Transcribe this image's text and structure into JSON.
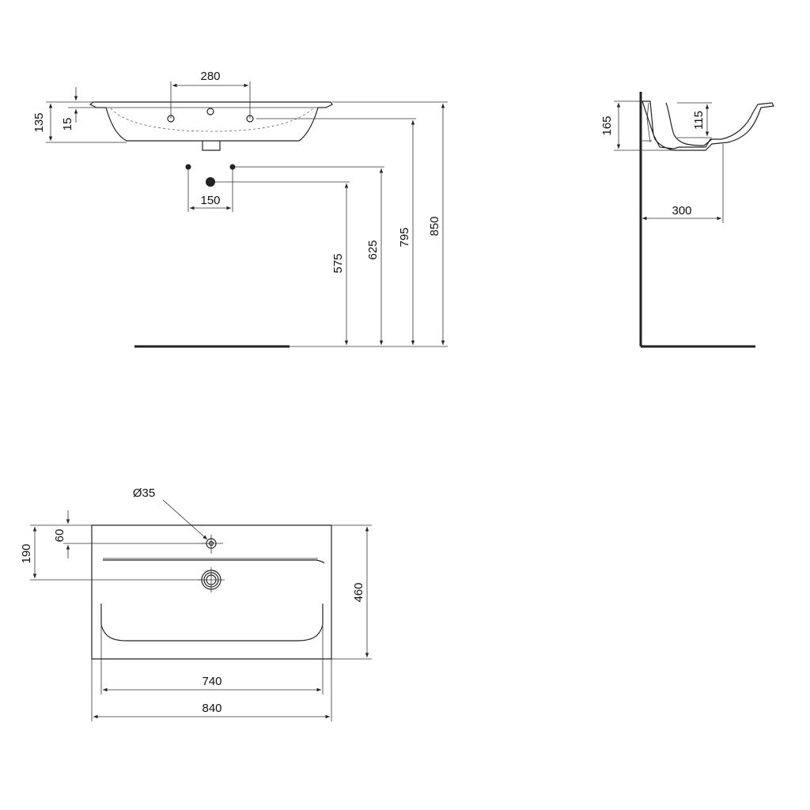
{
  "front_view": {
    "tap_hole_spacing": "280",
    "overall_height": "135",
    "rim_offset": "15",
    "supply_spacing": "150",
    "waste_height": "575",
    "supply_height": "625",
    "overflow_height": "795",
    "rim_height": "850"
  },
  "side_view": {
    "basin_depth": "165",
    "bowl_depth": "115",
    "waste_projection": "300"
  },
  "plan_view": {
    "tap_hole_diameter": "Ø35",
    "tap_hole_offset": "60",
    "waste_offset": "190",
    "overall_depth": "460",
    "bowl_width": "740",
    "overall_width": "840"
  }
}
